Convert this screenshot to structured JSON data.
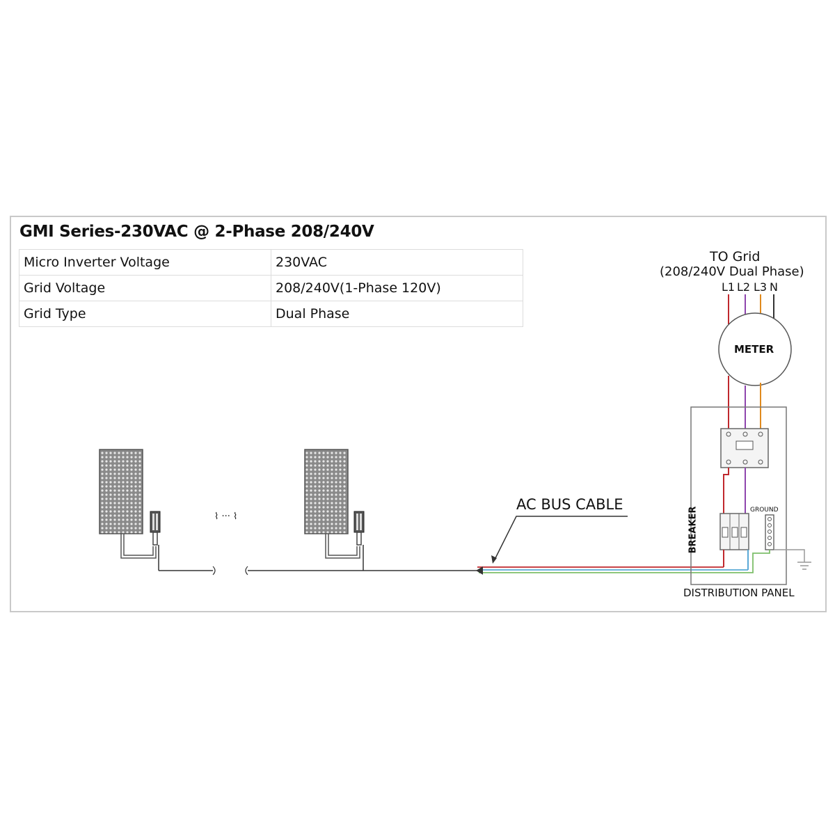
{
  "title": "GMI Series-230VAC @ 2-Phase 208/240V",
  "specs": [
    {
      "label": "Micro Inverter Voltage",
      "value": "230VAC"
    },
    {
      "label": "Grid  Voltage",
      "value": "208/240V(1-Phase 120V)"
    },
    {
      "label": "Grid Type",
      "value": "Dual Phase"
    }
  ],
  "grid": {
    "title": "TO Grid",
    "subtitle": "(208/240V Dual Phase)",
    "lines": [
      "L1",
      "L2",
      "L3",
      "N"
    ]
  },
  "meter_label": "METER",
  "ac_bus_label": "AC BUS CABLE",
  "breaker_label": "BREAKER",
  "ground_label": "GROUND",
  "panel_label": "DISTRIBUTION PANEL",
  "ellipsis": "⌇ ··· ⌇",
  "colors": {
    "l1": "#c0282d",
    "l2": "#8e44ad",
    "l3": "#e08a1e",
    "neutral": "#333333",
    "bus_blue": "#5aa9d6",
    "bus_green": "#7dbf6a",
    "frame": "#c9c9c9"
  }
}
